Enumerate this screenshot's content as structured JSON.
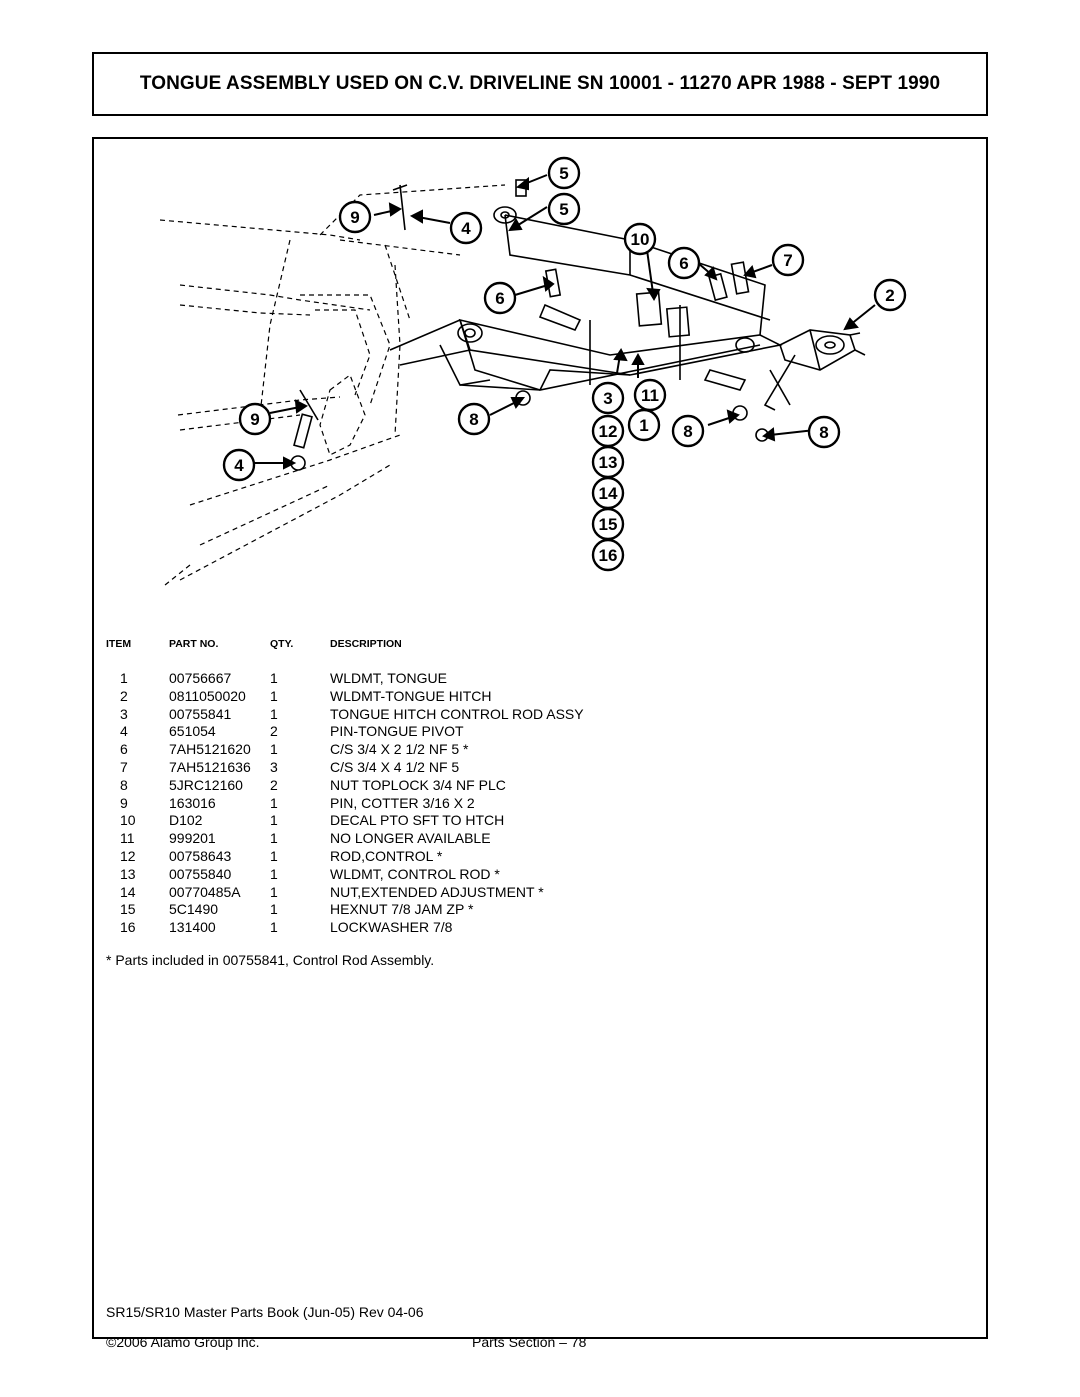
{
  "title": "TONGUE ASSEMBLY USED ON C.V. DRIVELINE  SN 10001 - 11270 APR 1988 - SEPT 1990",
  "callouts": [
    "5",
    "9",
    "4",
    "5",
    "10",
    "6",
    "7",
    "2",
    "6",
    "3",
    "11",
    "8",
    "9",
    "1",
    "8",
    "8",
    "4",
    "12",
    "13",
    "14",
    "15",
    "16"
  ],
  "parts_table": {
    "headers": {
      "item": "ITEM",
      "part_no": "PART NO.",
      "qty": "QTY.",
      "description": "DESCRIPTION"
    },
    "rows": [
      {
        "item": "1",
        "part_no": "00756667",
        "qty": "1",
        "description": "WLDMT, TONGUE"
      },
      {
        "item": "2",
        "part_no": "0811050020",
        "qty": "1",
        "description": "WLDMT-TONGUE HITCH"
      },
      {
        "item": "3",
        "part_no": "00755841",
        "qty": "1",
        "description": "TONGUE HITCH CONTROL ROD ASSY"
      },
      {
        "item": "4",
        "part_no": "651054",
        "qty": "2",
        "description": "PIN-TONGUE PIVOT"
      },
      {
        "item": "6",
        "part_no": "7AH5121620",
        "qty": "1",
        "description": "C/S 3/4 X 2 1/2 NF 5 *"
      },
      {
        "item": "7",
        "part_no": "7AH5121636",
        "qty": "3",
        "description": "C/S 3/4 X 4 1/2 NF 5"
      },
      {
        "item": "8",
        "part_no": "5JRC12160",
        "qty": "2",
        "description": "NUT TOPLOCK 3/4 NF PLC"
      },
      {
        "item": "9",
        "part_no": "163016",
        "qty": "1",
        "description": "PIN, COTTER 3/16 X 2"
      },
      {
        "item": "10",
        "part_no": "D102",
        "qty": "1",
        "description": "DECAL PTO SFT TO HTCH"
      },
      {
        "item": "11",
        "part_no": "999201",
        "qty": "1",
        "description": "NO LONGER AVAILABLE"
      },
      {
        "item": "12",
        "part_no": "00758643",
        "qty": "1",
        "description": "ROD,CONTROL *"
      },
      {
        "item": "13",
        "part_no": "00755840",
        "qty": "1",
        "description": "WLDMT, CONTROL ROD *"
      },
      {
        "item": "14",
        "part_no": "00770485A",
        "qty": "1",
        "description": "NUT,EXTENDED ADJUSTMENT *"
      },
      {
        "item": "15",
        "part_no": "5C1490",
        "qty": "1",
        "description": "HEXNUT 7/8 JAM ZP *"
      },
      {
        "item": "16",
        "part_no": "131400",
        "qty": "1",
        "description": "LOCKWASHER 7/8"
      }
    ]
  },
  "note": "* Parts included in 00755841, Control Rod Assembly.",
  "footer": {
    "book": "SR15/SR10 Master Parts Book (Jun-05) Rev 04-06",
    "copyright": "©2006 Alamo Group Inc.",
    "section": "Parts Section – 78"
  }
}
